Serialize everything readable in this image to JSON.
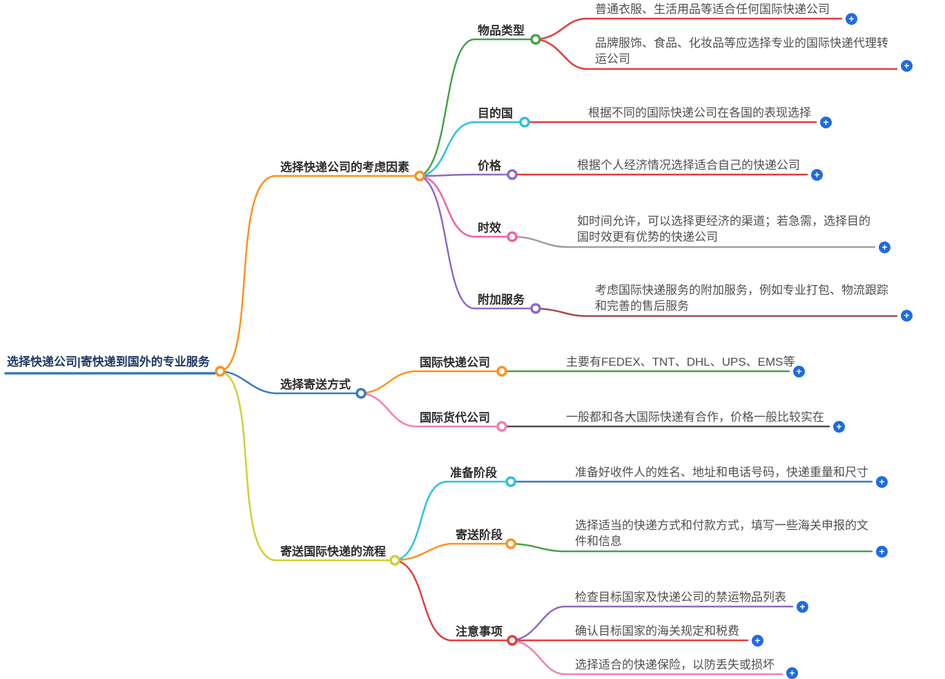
{
  "palette": {
    "orange": "#ff8f1f",
    "blue": "#3679c0",
    "plus_blue": "#1f6be0",
    "green": "#45a049",
    "cyan": "#29c2dd",
    "purple": "#9066c8",
    "magenta": "#ee5fa7",
    "pink": "#ef7fb2",
    "red": "#e03c3c",
    "dark_red": "#a34a4a",
    "gray": "#9e9e9e",
    "dark": "#4a4a4a",
    "yellow_green": "#cdd232",
    "label_text": "#2d2d2d",
    "leaf_text": "#4f4f4f",
    "root_text": "#1f3864"
  },
  "icons": {
    "plus": "+"
  },
  "mindmap": {
    "root": {
      "label": "选择快递公司|寄快递到国外的专业服务"
    },
    "branches": [
      {
        "label": "选择快递公司的考虑因素",
        "children": [
          {
            "label": "物品类型",
            "leaves": [
              {
                "text": "普通衣服、生活用品等适合任何国际快递公司"
              },
              {
                "text": "品牌服饰、食品、化妆品等应选择专业的国际快递代理转运公司"
              }
            ]
          },
          {
            "label": "目的国",
            "leaves": [
              {
                "text": "根据不同的国际快递公司在各国的表现选择"
              }
            ]
          },
          {
            "label": "价格",
            "leaves": [
              {
                "text": "根据个人经济情况选择适合自己的快递公司"
              }
            ]
          },
          {
            "label": "时效",
            "leaves": [
              {
                "text": "如时间允许，可以选择更经济的渠道；若急需，选择目的国时效更有优势的快递公司"
              }
            ]
          },
          {
            "label": "附加服务",
            "leaves": [
              {
                "text": "考虑国际快递服务的附加服务，例如专业打包、物流跟踪和完善的售后服务"
              }
            ]
          }
        ]
      },
      {
        "label": "选择寄送方式",
        "children": [
          {
            "label": "国际快递公司",
            "leaves": [
              {
                "text": "主要有FEDEX、TNT、DHL、UPS、EMS等"
              }
            ]
          },
          {
            "label": "国际货代公司",
            "leaves": [
              {
                "text": "一般都和各大国际快递有合作，价格一般比较实在"
              }
            ]
          }
        ]
      },
      {
        "label": "寄送国际快递的流程",
        "children": [
          {
            "label": "准备阶段",
            "leaves": [
              {
                "text": "准备好收件人的姓名、地址和电话号码，快递重量和尺寸"
              }
            ]
          },
          {
            "label": "寄送阶段",
            "leaves": [
              {
                "text": "选择适当的快递方式和付款方式，填写一些海关申报的文件和信息"
              }
            ]
          },
          {
            "label": "注意事项",
            "leaves": [
              {
                "text": "检查目标国家及快递公司的禁运物品列表"
              },
              {
                "text": "确认目标国家的海关规定和税费"
              },
              {
                "text": "选择适合的快递保险，以防丢失或损坏"
              }
            ]
          }
        ]
      }
    ]
  }
}
